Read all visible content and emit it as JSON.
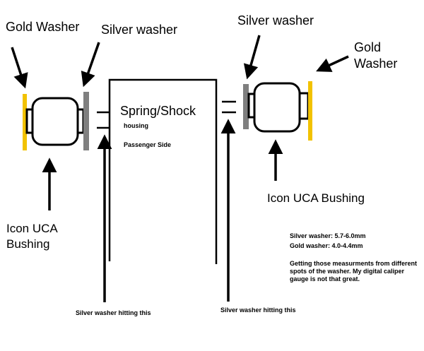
{
  "labels": {
    "gold_washer_left": "Gold Washer",
    "silver_washer_left": "Silver washer",
    "silver_washer_right": "Silver washer",
    "gold_washer_right_line1": "Gold",
    "gold_washer_right_line2": "Washer",
    "housing_title": "Spring/Shock",
    "housing_sub": "housing",
    "passenger_side": "Passenger Side",
    "bushing_left_line1": "Icon UCA",
    "bushing_left_line2": "Bushing",
    "bushing_right": "Icon UCA Bushing",
    "hitting_left": "Silver washer hitting this",
    "hitting_right": "Silver washer hitting this"
  },
  "notes": {
    "silver_measure": "Silver washer: 5.7-6.0mm",
    "gold_measure": "Gold washer: 4.0-4.4mm",
    "comment": "Getting those measurments from different spots of the washer. My digital caliper gauge is not that great."
  },
  "colors": {
    "gold": "#f2c200",
    "silver": "#7f7f7f",
    "line": "#000000"
  },
  "icons": [
    "arrow-icon"
  ]
}
